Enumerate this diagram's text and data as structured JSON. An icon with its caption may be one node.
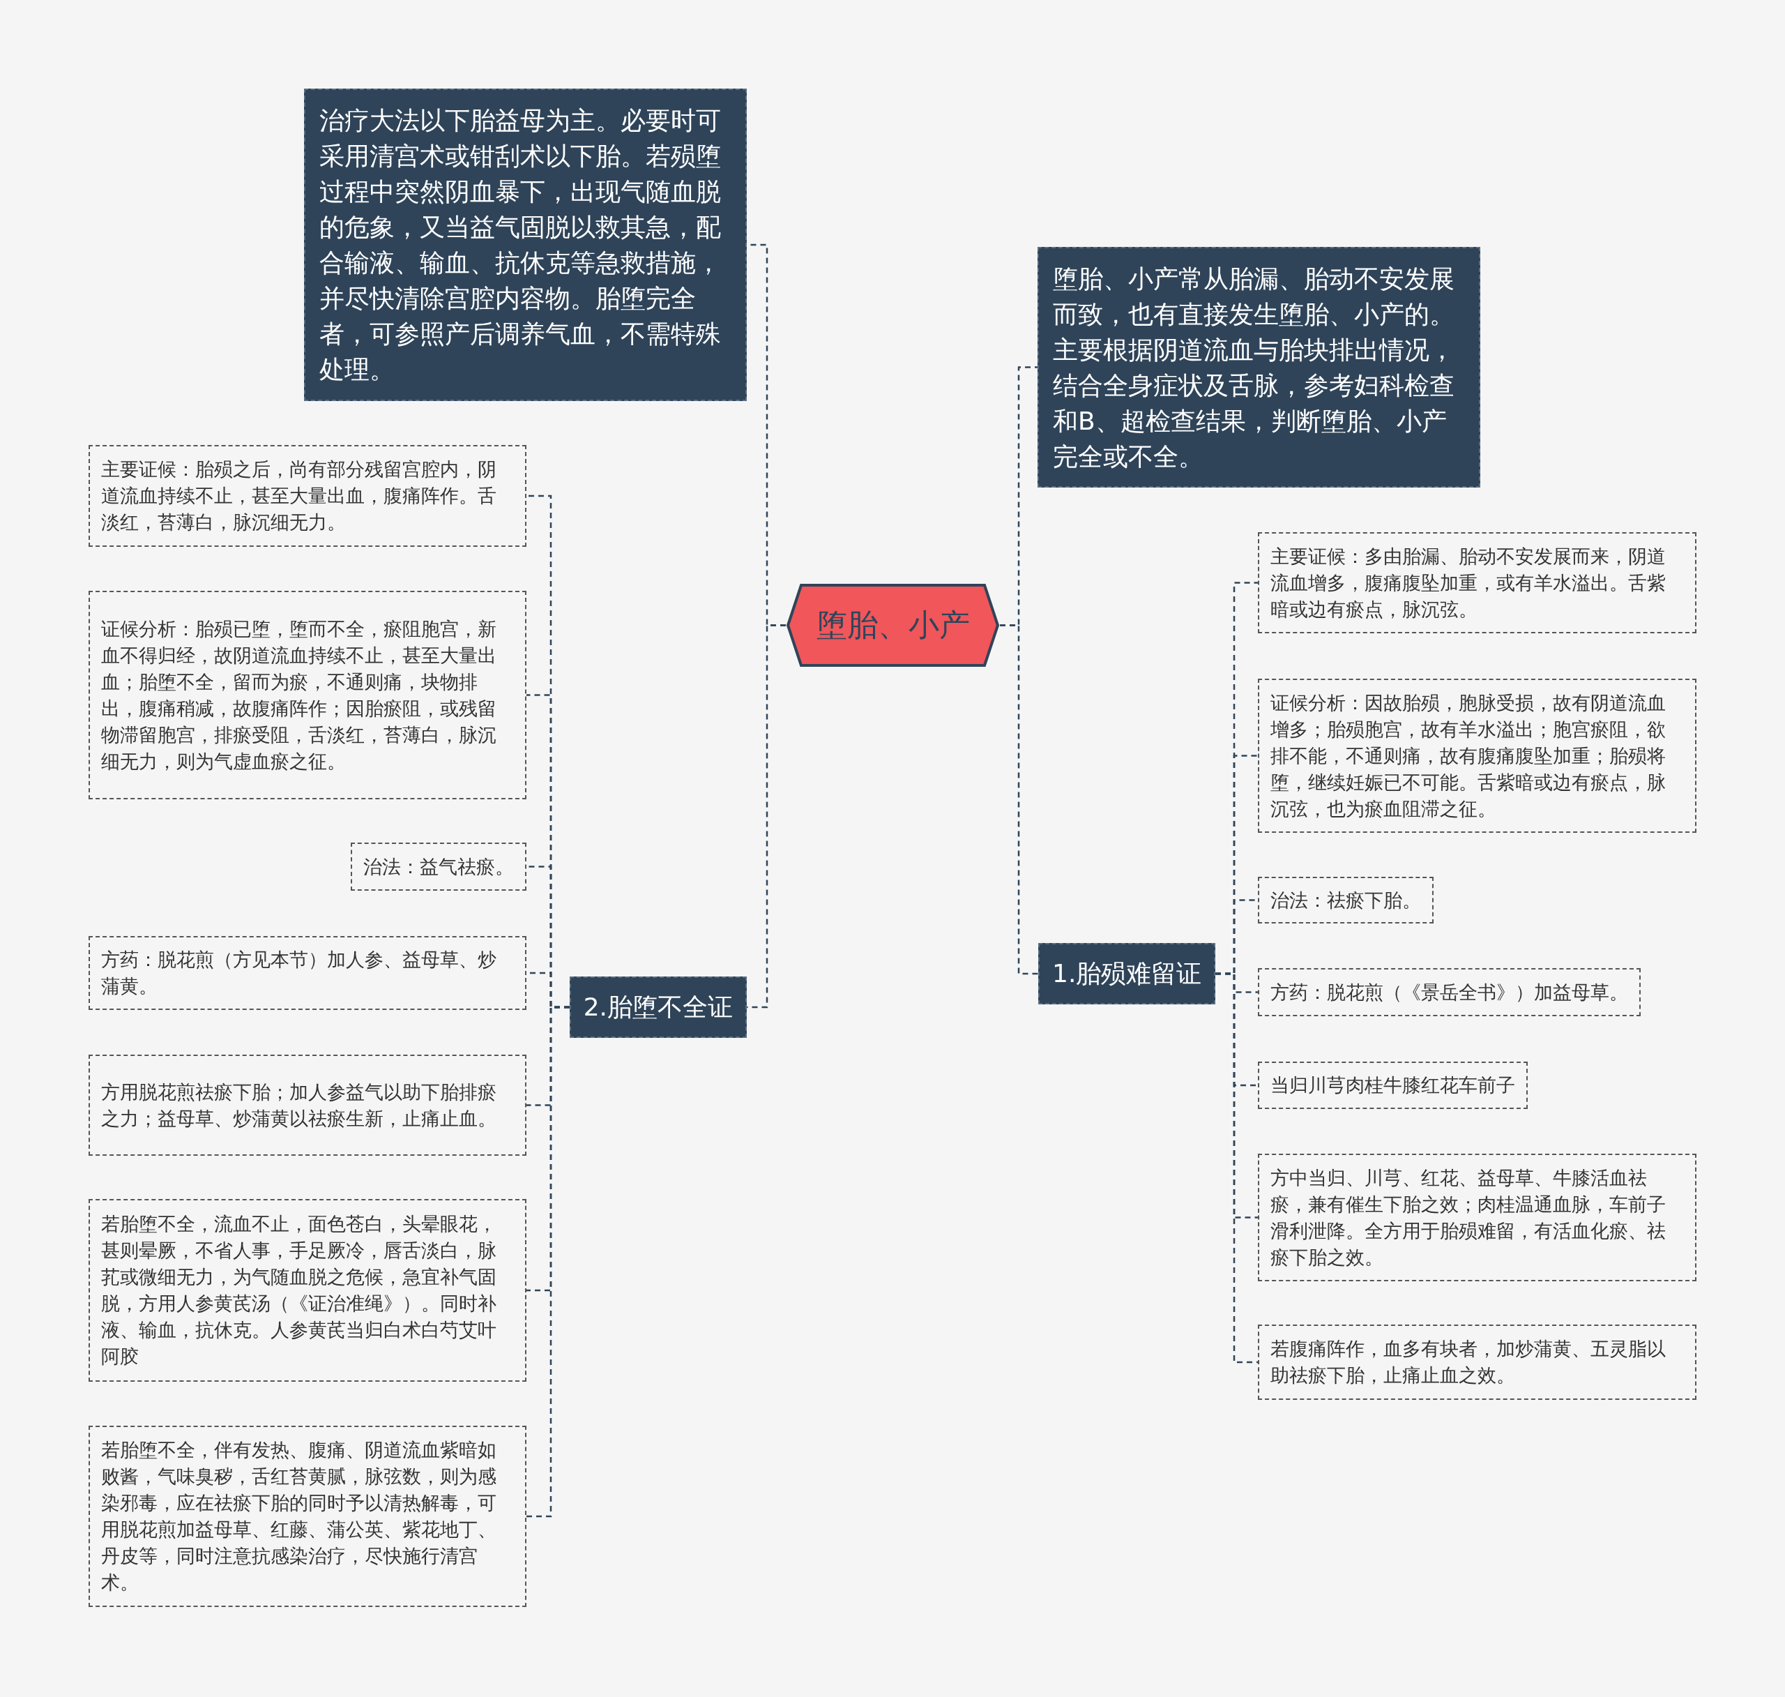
{
  "diagram": {
    "nodes": [
      {
        "text": [
          "堕胎、小产"
        ]
      },
      {
        "text": [
          "治疗大法以下胎益母为主。必要时可采用清宫术或钳刮术以下胎。若殒堕过程中突然阴血暴下，出现气随血脱的危象，又当益气固脱以救其急，配合输液、输血、抗休克等急救措施，并尽快清除宫腔内容物。胎堕完全者，可参照产后调养气血，不需特殊处理。"
        ]
      },
      {
        "text": [
          "2.胎堕不全证"
        ]
      },
      {
        "text": [
          "主要证候：胎殒之后，尚有部分残留宫腔内，阴道流血持续不止，甚至大量出血，腹痛阵作。舌淡红，苔薄白，脉沉细无力。"
        ]
      },
      {
        "text": [
          "证候分析：胎殒已堕，堕而不全，瘀阻胞宫，新血不得归经，故阴道流血持续不止，甚至大量出血；胎堕不全，留而为瘀，不通则痛，块物排出，腹痛稍减，故腹痛阵作；因胎瘀阻，或残留物滞留胞宫，排瘀受阻，舌淡红，苔薄白，脉沉细无力，则为气虚血瘀之征。"
        ]
      },
      {
        "text": [
          "治法：益气祛瘀。"
        ]
      },
      {
        "text": [
          "方药：脱花煎（方见本节）加人参、益母草、炒蒲黄。"
        ]
      },
      {
        "text": [
          "方用脱花煎祛瘀下胎；加人参益气以助下胎排瘀之力；益母草、炒蒲黄以祛瘀生新，止痛止血。"
        ]
      },
      {
        "text": [
          "若胎堕不全，流血不止，面色苍白，头晕眼花，甚则晕厥，不省人事，手足厥冷，唇舌淡白，脉芤或微细无力，为气随血脱之危候，急宜补气固脱，方用人参黄芪汤（《证治准绳》）。同时补液、输血，抗休克。人参黄芪当归白术白芍艾叶阿胶"
        ]
      },
      {
        "text": [
          "若胎堕不全，伴有发热、腹痛、阴道流血紫暗如败酱，气味臭秽，舌红苔黄腻，脉弦数，则为感染邪毒，应在祛瘀下胎的同时予以清热解毒，可用脱花煎加益母草、红藤、蒲公英、紫花地丁、丹皮等，同时注意抗感染治疗，尽快施行清宫术。"
        ]
      },
      {
        "text": [
          "堕胎、小产常从胎漏、胎动不安发展而致，也有直接发生堕胎、小产的。主要根据阴道流血与胎块排出情况，结合全身症状及舌脉，参考妇科检查和B、超检查结果，判断堕胎、小产完全或不全。"
        ]
      },
      {
        "text": [
          "1.胎殒难留证"
        ]
      },
      {
        "text": [
          "主要证候：多由胎漏、胎动不安发展而来，阴道流血增多，腹痛腹坠加重，或有羊水溢出。舌紫暗或边有瘀点，脉沉弦。"
        ]
      },
      {
        "text": [
          "证候分析：因故胎殒，胞脉受损，故有阴道流血增多；胎殒胞宫，故有羊水溢出；胞宫瘀阻，欲排不能，不通则痛，故有腹痛腹坠加重；胎殒将堕，继续妊娠已不可能。舌紫暗或边有瘀点，脉沉弦，也为瘀血阻滞之征。"
        ]
      },
      {
        "text": [
          "治法：祛瘀下胎。"
        ]
      },
      {
        "text": [
          "方药：脱花煎（《景岳全书》）加益母草。"
        ]
      },
      {
        "text": [
          "当归川芎肉桂牛膝红花车前子"
        ]
      },
      {
        "text": [
          "方中当归、川芎、红花、益母草、牛膝活血祛瘀，兼有催生下胎之效；肉桂温通血脉，车前子滑利泄降。全方用于胎殒难留，有活血化瘀、祛瘀下胎之效。"
        ]
      },
      {
        "text": [
          "若腹痛阵作，血多有块者，加炒蒲黄、五灵脂以助祛瘀下胎，止痛止血之效。"
        ]
      }
    ],
    "edges": [
      {
        "from": 0,
        "to": 1,
        "arrow": "none"
      },
      {
        "from": 0,
        "to": 2,
        "arrow": "none"
      },
      {
        "from": 2,
        "to": 3,
        "arrow": "none"
      },
      {
        "from": 2,
        "to": 4,
        "arrow": "none"
      },
      {
        "from": 2,
        "to": 5,
        "arrow": "none"
      },
      {
        "from": 2,
        "to": 6,
        "arrow": "none"
      },
      {
        "from": 2,
        "to": 7,
        "arrow": "none"
      },
      {
        "from": 2,
        "to": 8,
        "arrow": "none"
      },
      {
        "from": 2,
        "to": 9,
        "arrow": "none"
      },
      {
        "from": 0,
        "to": 10,
        "arrow": "none"
      },
      {
        "from": 0,
        "to": 11,
        "arrow": "none"
      },
      {
        "from": 11,
        "to": 12,
        "arrow": "none"
      },
      {
        "from": 11,
        "to": 13,
        "arrow": "none"
      },
      {
        "from": 11,
        "to": 14,
        "arrow": "none"
      },
      {
        "from": 11,
        "to": 15,
        "arrow": "none"
      },
      {
        "from": 11,
        "to": 16,
        "arrow": "none"
      },
      {
        "from": 11,
        "to": 17,
        "arrow": "none"
      },
      {
        "from": 11,
        "to": 18,
        "arrow": "none"
      }
    ]
  }
}
